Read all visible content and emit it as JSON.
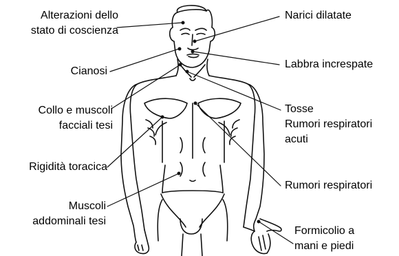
{
  "diagram": {
    "labels_left": {
      "alterazioni": "Alterazioni dello\nstato di coscienza",
      "cianosi": "Cianosi",
      "collo": "Collo e muscoli\nfacciali tesi",
      "rigidita": "Rigidità toracica",
      "muscoli": "Muscoli\naddominali tesi"
    },
    "labels_right": {
      "narici": "Narici dilatate",
      "labbra": "Labbra increspate",
      "tosse": "Tosse\nRumori respiratori\nacuti",
      "rumori": "Rumori respiratori",
      "formicolio": "Formicolio a\nmani e piedi"
    },
    "colors": {
      "ink": "#111111",
      "background": "#ffffff"
    },
    "illustration": "line drawing of human torso, front view"
  }
}
